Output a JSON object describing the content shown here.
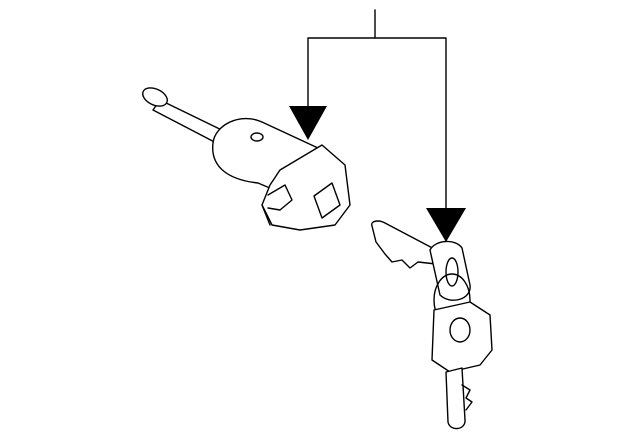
{
  "diagram": {
    "type": "parts-diagram",
    "parts": [
      {
        "name": "lock-cylinder",
        "icon": "lock-cylinder-icon"
      },
      {
        "name": "key-set",
        "icon": "keys-icon"
      }
    ],
    "colors": {
      "line": "#000000",
      "background": "#ffffff"
    }
  }
}
